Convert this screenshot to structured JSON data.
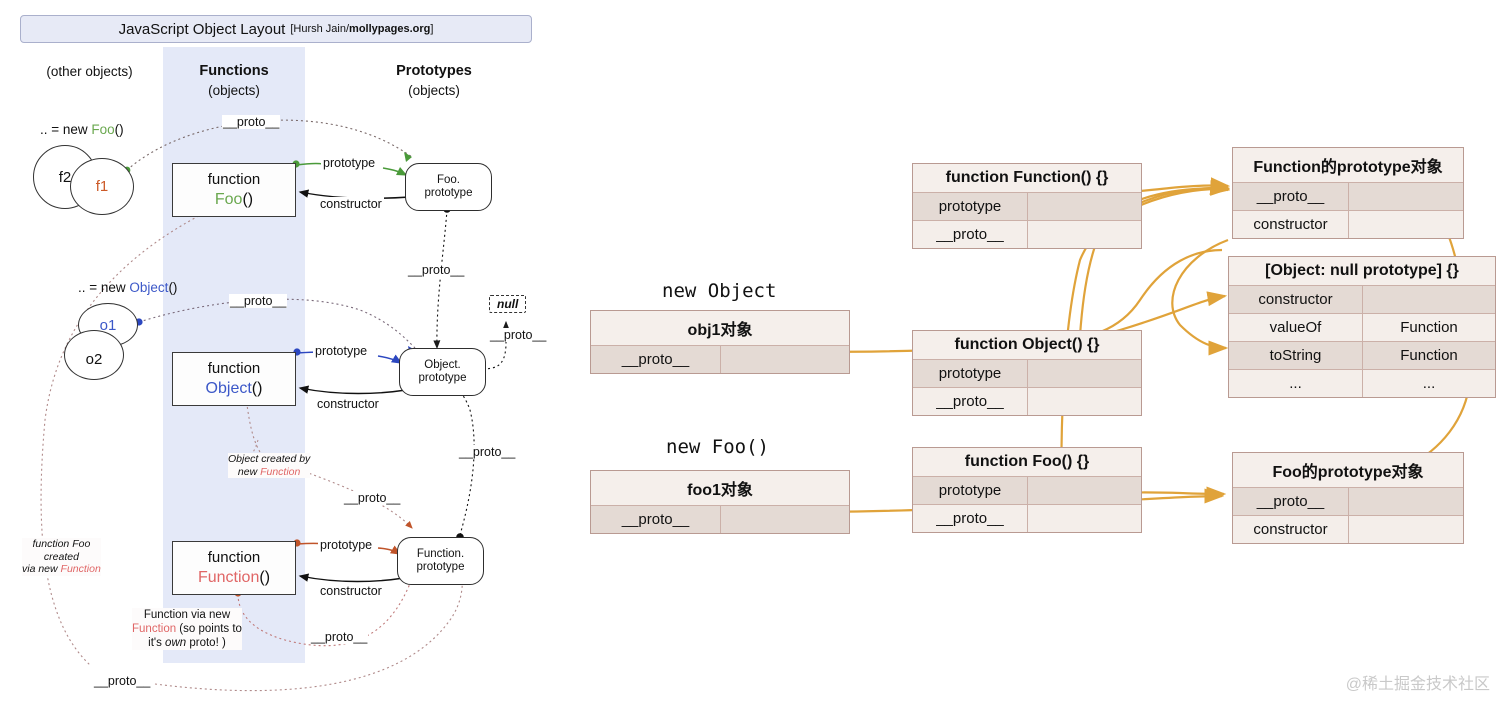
{
  "left_diagram": {
    "banner": {
      "title": "JavaScript Object Layout",
      "attribution_prefix": "[Hursh Jain/",
      "attribution_bold": "mollypages.org",
      "attribution_suffix": "]"
    },
    "columns": [
      {
        "name": "other-objects",
        "line1": "(other objects)",
        "line2": ""
      },
      {
        "name": "functions",
        "line1": "Functions",
        "line2": "(objects)"
      },
      {
        "name": "prototypes",
        "line1": "Prototypes",
        "line2": "(objects)"
      }
    ],
    "instances": [
      {
        "name": "foo-instances",
        "caption_prefix": ".. = new ",
        "caption_ctor": "Foo",
        "caption_suffix": "()",
        "circle_back": "f2",
        "circle_front": "f1"
      },
      {
        "name": "object-instances",
        "caption_prefix": ".. = new ",
        "caption_ctor": "Object",
        "caption_suffix": "()",
        "circle_back": "o2",
        "circle_front": "o1"
      }
    ],
    "functions": [
      {
        "name": "function-foo",
        "line1": "function",
        "ident": "Foo",
        "parens": "()"
      },
      {
        "name": "function-object",
        "line1": "function",
        "ident": "Object",
        "parens": "()"
      },
      {
        "name": "function-function",
        "line1": "function",
        "ident": "Function",
        "parens": "()"
      }
    ],
    "prototypes": [
      {
        "name": "foo-prototype",
        "line1": "Foo.",
        "line2": "prototype"
      },
      {
        "name": "object-prototype",
        "line1": "Object.",
        "line2": "prototype"
      },
      {
        "name": "function-prototype",
        "line1": "Function.",
        "line2": "prototype"
      }
    ],
    "null_node": "null",
    "edge_labels": {
      "prototype": "prototype",
      "constructor": "constructor",
      "proto": "__proto__"
    },
    "proto_labels": [
      "__proto__",
      "__proto__",
      "__proto__",
      "__proto__",
      "__proto__",
      "__proto__",
      "__proto__",
      "__proto__"
    ],
    "notes": [
      {
        "name": "note-object-created-by",
        "line1": "Object created by",
        "line2_prefix": "new ",
        "line2_ident": "Function"
      },
      {
        "name": "note-function-foo-created",
        "line1": "function Foo",
        "line2": "created",
        "line3_prefix": "via new ",
        "line3_ident": "Function"
      },
      {
        "name": "note-function-via-new",
        "line1": "Function via new",
        "line2_ident": "Function",
        "line2_rest": " (so points to",
        "line3_a": "it's ",
        "line3_em": "own",
        "line3_b": " proto! )"
      }
    ],
    "colors": {
      "band": "#e4e9f8",
      "banner_bg": "#e7eaf6",
      "foo_green": "#6aa84f",
      "object_blue": "#3c58c8",
      "function_red": "#e06666",
      "f1_orange": "#cc5a28"
    }
  },
  "right_diagram": {
    "captions": [
      {
        "name": "new-object-caption",
        "text": "new Object"
      },
      {
        "name": "new-foo-caption",
        "text": "new Foo()"
      }
    ],
    "tables": [
      {
        "name": "obj1-object-table",
        "header": "obj1对象",
        "rows": [
          {
            "key": "__proto__",
            "value": ""
          }
        ]
      },
      {
        "name": "foo1-object-table",
        "header": "foo1对象",
        "rows": [
          {
            "key": "__proto__",
            "value": ""
          }
        ]
      },
      {
        "name": "function-Function-table",
        "header": "function Function() {}",
        "rows": [
          {
            "key": "prototype",
            "value": ""
          },
          {
            "key": "__proto__",
            "value": ""
          }
        ]
      },
      {
        "name": "function-Object-table",
        "header": "function Object() {}",
        "rows": [
          {
            "key": "prototype",
            "value": ""
          },
          {
            "key": "__proto__",
            "value": ""
          }
        ]
      },
      {
        "name": "function-Foo-table",
        "header": "function Foo() {}",
        "rows": [
          {
            "key": "prototype",
            "value": ""
          },
          {
            "key": "__proto__",
            "value": ""
          }
        ]
      },
      {
        "name": "Function-prototype-table",
        "header": "Function的prototype对象",
        "rows": [
          {
            "key": "__proto__",
            "value": ""
          },
          {
            "key": "constructor",
            "value": ""
          }
        ]
      },
      {
        "name": "object-null-prototype-table",
        "header": "[Object: null prototype] {}",
        "rows": [
          {
            "key": "constructor",
            "value": ""
          },
          {
            "key": "valueOf",
            "value": "Function"
          },
          {
            "key": "toString",
            "value": "Function"
          },
          {
            "key": "...",
            "value": "..."
          }
        ]
      },
      {
        "name": "Foo-prototype-table",
        "header": "Foo的prototype对象",
        "rows": [
          {
            "key": "__proto__",
            "value": ""
          },
          {
            "key": "constructor",
            "value": ""
          }
        ]
      }
    ],
    "colors": {
      "arrow": "#e0a33a",
      "border": "#b99a92",
      "row_dark": "#e4dad4",
      "row_light": "#f4eeea"
    }
  },
  "watermark": "@稀土掘金技术社区"
}
